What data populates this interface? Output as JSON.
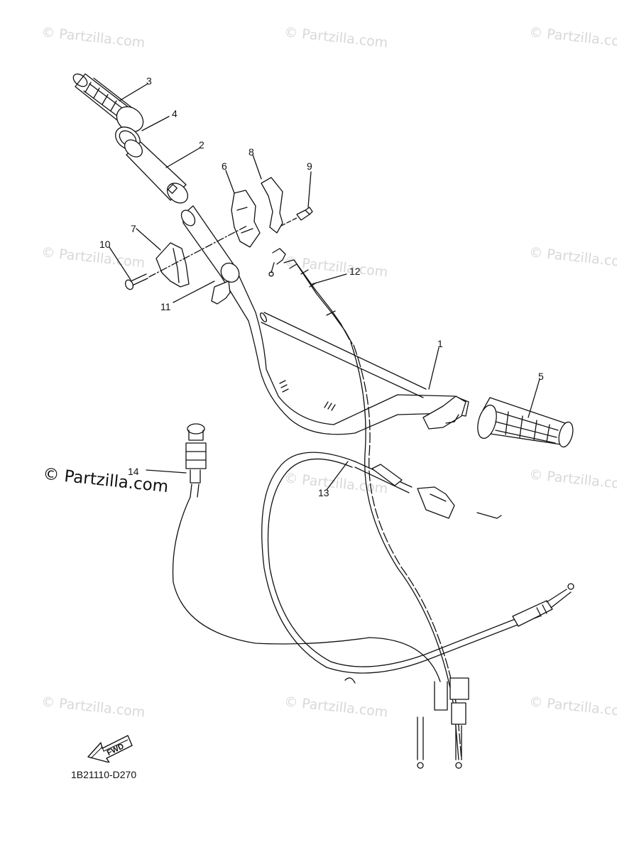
{
  "watermark": {
    "text": "© Partzilla.com"
  },
  "watermark_main": {
    "text": "© Partzilla.com"
  },
  "callouts": [
    "1",
    "2",
    "3",
    "4",
    "5",
    "6",
    "7",
    "8",
    "9",
    "10",
    "11",
    "12",
    "13",
    "14"
  ],
  "fwd_label": "FWD",
  "diagram_code": "1B21110-D270"
}
